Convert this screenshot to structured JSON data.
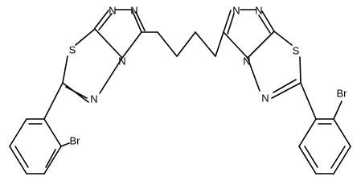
{
  "structure": {
    "atoms": [
      {
        "id": "N1",
        "label": "N"
      },
      {
        "id": "N2",
        "label": "N"
      },
      {
        "id": "S1",
        "label": "S"
      },
      {
        "id": "N3",
        "label": "N"
      },
      {
        "id": "N4",
        "label": "N"
      },
      {
        "id": "Br1",
        "label": "Br"
      },
      {
        "id": "N5",
        "label": "N"
      },
      {
        "id": "N6",
        "label": "N"
      },
      {
        "id": "S2",
        "label": "S"
      },
      {
        "id": "N7",
        "label": "N"
      },
      {
        "id": "N8",
        "label": "N"
      },
      {
        "id": "Br2",
        "label": "Br"
      }
    ]
  }
}
